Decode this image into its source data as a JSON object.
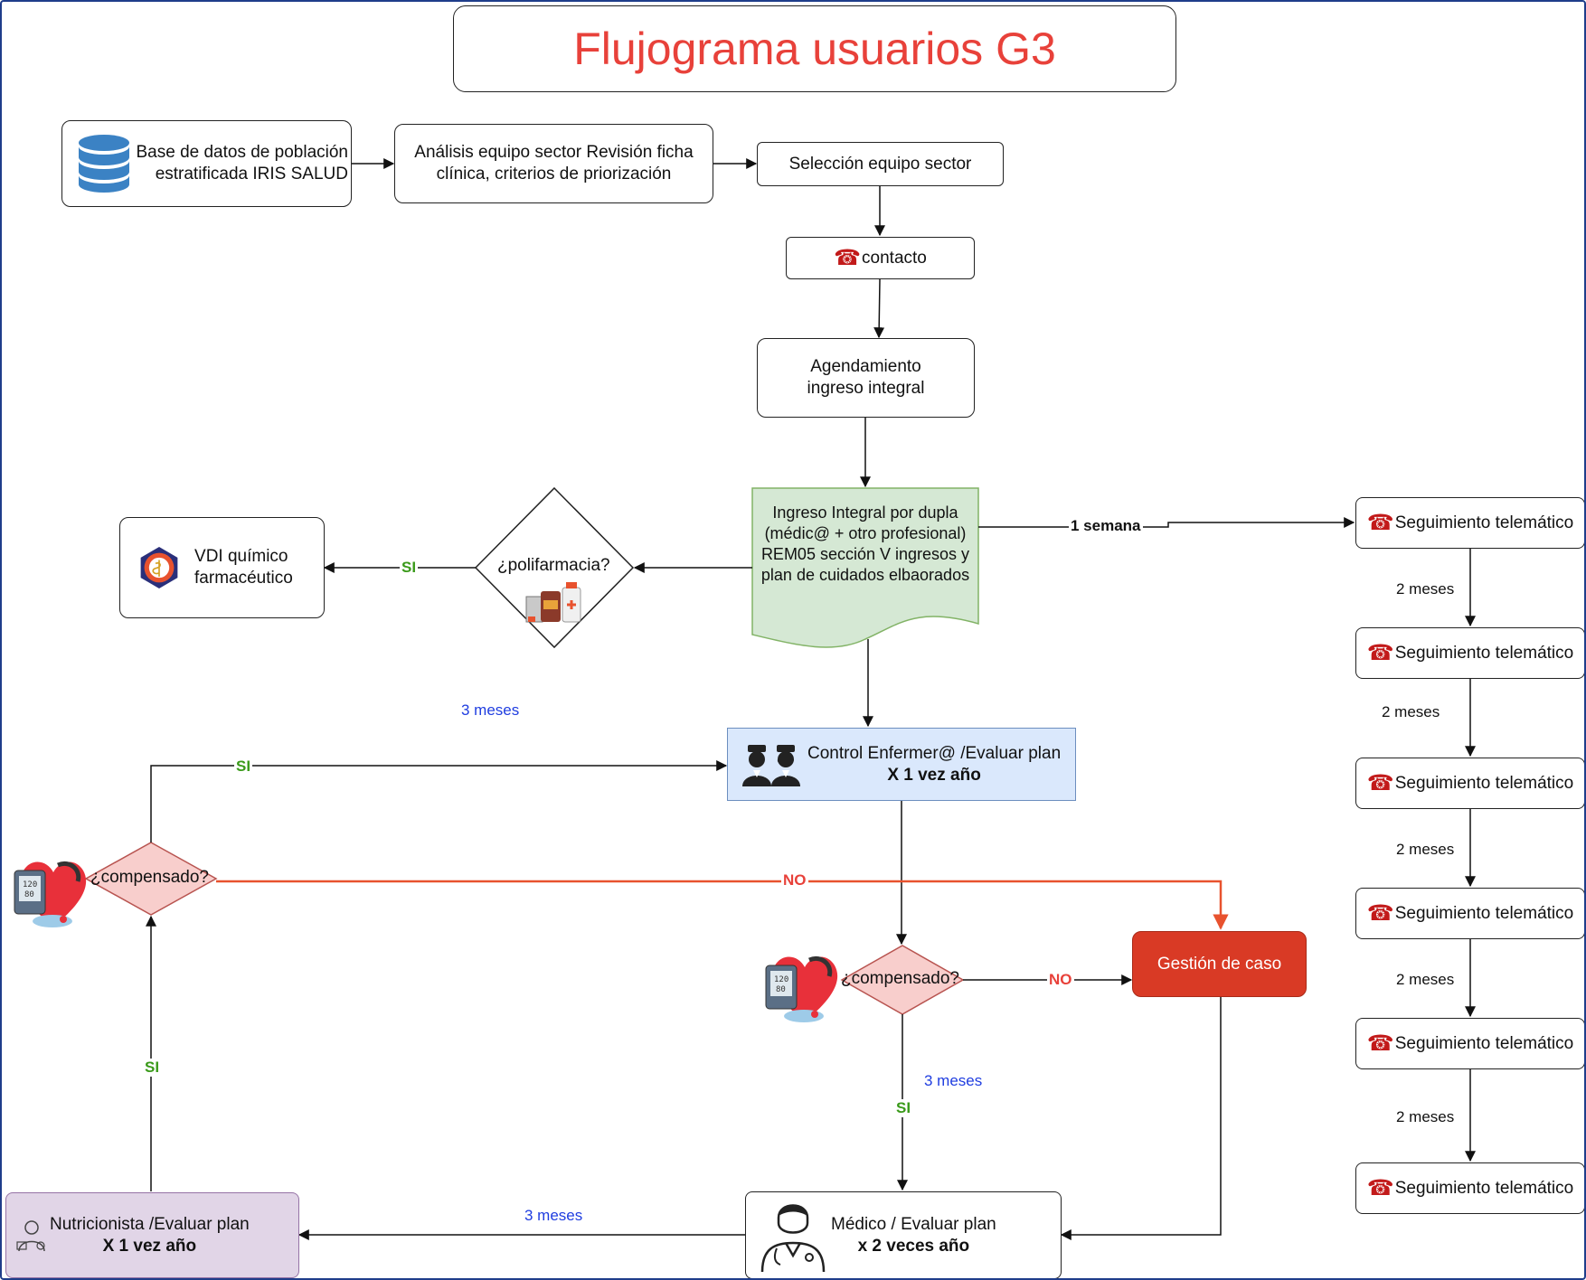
{
  "title": "Flujograma usuarios G3",
  "nodes": {
    "base_datos": "Base de datos de población estratificada IRIS SALUD",
    "analisis": "Análisis equipo sector Revisión ficha clínica, criterios de priorización",
    "seleccion": "Selección equipo sector",
    "contacto": "contacto",
    "agendamiento": "Agendamiento ingreso integral",
    "ingreso": "Ingreso Integral por dupla (médic@ + otro profesional) REM05 sección V ingresos y plan de cuidados elbaorados",
    "polifarmacia": "¿polifarmacia?",
    "vdi": "VDI químico farmacéutico",
    "control_line1": "Control Enfermer@   /Evaluar plan",
    "control_line2": "X 1 vez  año",
    "compensado_left": "¿compensado?",
    "compensado_mid": "¿compensado?",
    "gestion": "Gestión de caso",
    "medico_line1": "Médico / Evaluar plan",
    "medico_line2": "x 2 veces año",
    "nutri_line1": "Nutricionista /Evaluar plan",
    "nutri_line2": "X 1 vez año",
    "seguimiento": [
      "Seguimiento telemático",
      "Seguimiento telemático",
      "Seguimiento telemático",
      "Seguimiento telemático",
      "Seguimiento telemático",
      "Seguimiento telemático"
    ]
  },
  "labels": {
    "si_poli": "SI",
    "tres_meses_a": "3 meses",
    "si_control": "SI",
    "no_left": "NO",
    "no_mid": "NO",
    "si_left_up": "SI",
    "si_mid_down": "SI",
    "tres_meses_b": "3 meses",
    "tres_meses_c": "3 meses",
    "una_semana": "1 semana",
    "dos_meses": [
      "2 meses",
      "2 meses",
      "2 meses",
      "2 meses",
      "2 meses"
    ]
  },
  "icons": {
    "database": "database-icon",
    "phone": "phone-icon",
    "pharmacy": "pharmacy-emblem-icon",
    "medicines": "medicine-bottles-icon",
    "nurses": "nurses-icon",
    "heart_monitor": "heart-blood-pressure-icon",
    "doctor": "doctor-icon",
    "nutritionist": "nutritionist-icon"
  },
  "colors": {
    "title": "#e8413a",
    "ingreso_fill": "#d5e8d4",
    "ingreso_stroke": "#82b366",
    "control_fill": "#dae8fc",
    "control_stroke": "#6c8ebf",
    "diamond_fill": "#f8cecc",
    "diamond_stroke": "#b85450",
    "gestion_fill": "#d93a25",
    "nutri_fill": "#e1d5e7",
    "nutri_stroke": "#9673a6",
    "no_line": "#e8522e",
    "si_label": "#3a9a1a",
    "meses_label": "#1f3de0"
  }
}
